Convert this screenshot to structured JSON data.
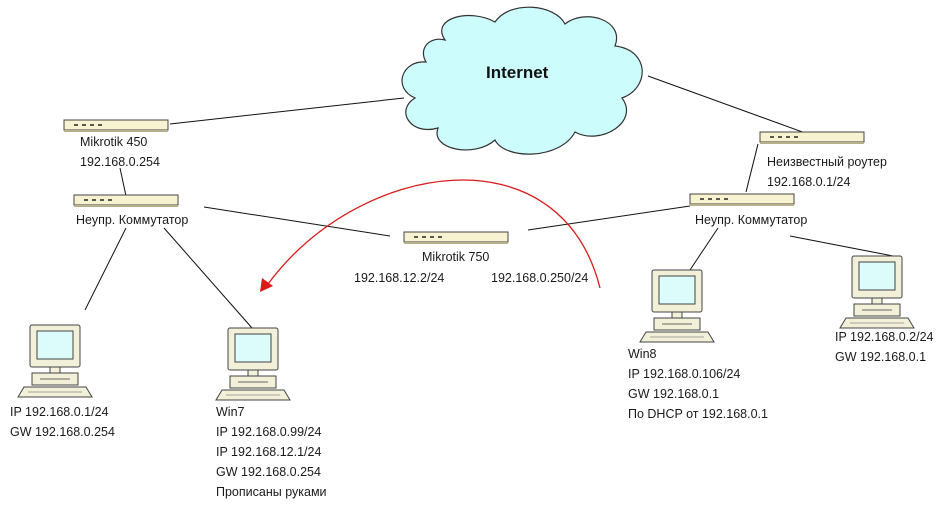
{
  "cloud": {
    "label": "Internet"
  },
  "devices": {
    "mikrotik450": {
      "name": "Mikrotik 450",
      "ip": "192.168.0.254"
    },
    "unknown_router": {
      "name": "Неизвестный роутер",
      "ip": "192.168.0.1/24"
    },
    "switch_left": {
      "name": "Неупр. Коммутатор"
    },
    "switch_right": {
      "name": "Неупр. Коммутатор"
    },
    "mikrotik750": {
      "name": "Mikrotik 750",
      "ip_left": "192.168.12.2/24",
      "ip_right": "192.168.0.250/24"
    }
  },
  "computers": {
    "pc1": {
      "lines": [
        "IP 192.168.0.1/24",
        "GW 192.168.0.254"
      ]
    },
    "win7": {
      "lines": [
        "Win7",
        "IP 192.168.0.99/24",
        "IP 192.168.12.1/24",
        "GW 192.168.0.254",
        "Прописаны руками"
      ]
    },
    "win8": {
      "lines": [
        "Win8",
        "IP 192.168.0.106/24",
        "GW 192.168.0.1",
        "По DHCP от 192.168.0.1"
      ]
    },
    "pc4": {
      "lines": [
        "IP 192.168.0.2/24",
        "GW 192.168.0.1"
      ]
    }
  },
  "colors": {
    "cloud_fill": "#cdfcfc",
    "cloud_stroke": "#333333",
    "device_fill": "#f7f2cf",
    "device_stroke": "#444444",
    "computer_fill": "#f2f0d8",
    "screen_fill": "#dcfbfb",
    "arrow": "#dd1a1a",
    "link": "#111111"
  }
}
